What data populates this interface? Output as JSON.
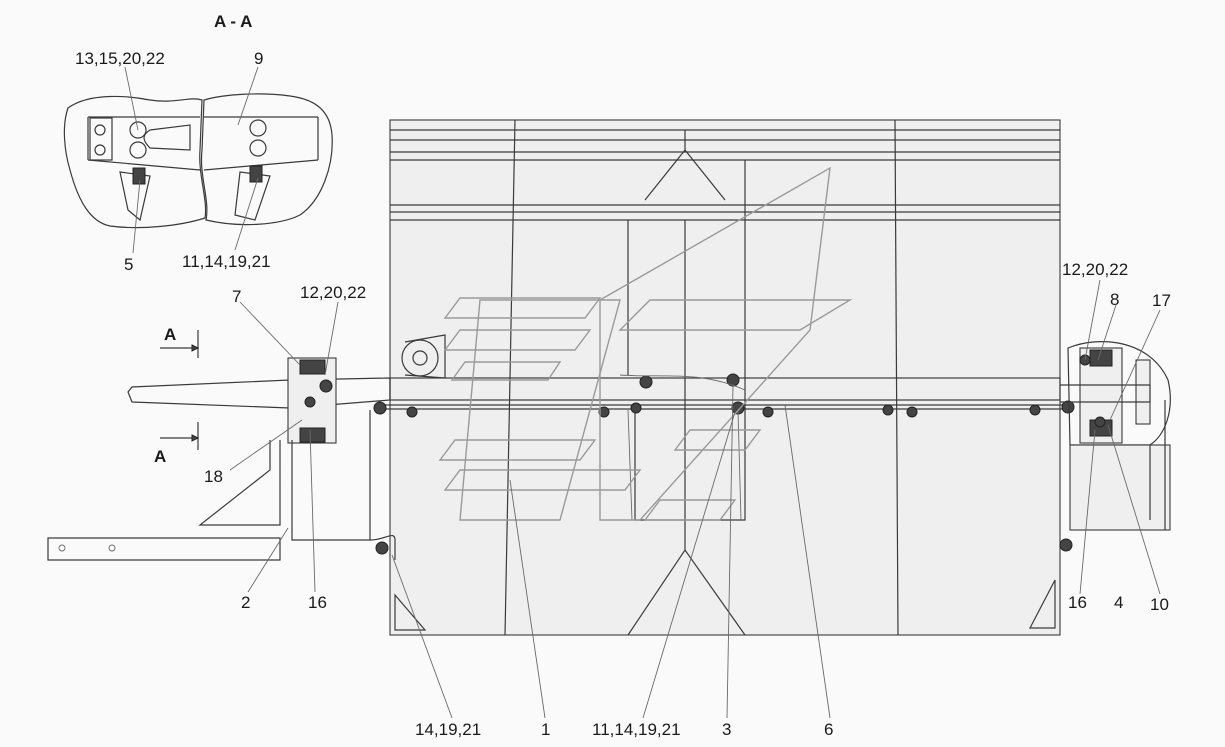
{
  "section_label": "A - A",
  "section_markers": {
    "top": "A",
    "bottom": "A"
  },
  "callouts": [
    {
      "id": "c-13-15-20-22",
      "text": "13,15,20,22"
    },
    {
      "id": "c-9",
      "text": "9"
    },
    {
      "id": "c-5",
      "text": "5"
    },
    {
      "id": "c-11-14-19-21-top",
      "text": "11,14,19,21"
    },
    {
      "id": "c-7",
      "text": "7"
    },
    {
      "id": "c-12-20-22-left",
      "text": "12,20,22"
    },
    {
      "id": "c-18",
      "text": "18"
    },
    {
      "id": "c-2",
      "text": "2"
    },
    {
      "id": "c-16-left",
      "text": "16"
    },
    {
      "id": "c-14-19-21",
      "text": "14,19,21"
    },
    {
      "id": "c-1",
      "text": "1"
    },
    {
      "id": "c-11-14-19-21-bottom",
      "text": "11,14,19,21"
    },
    {
      "id": "c-3",
      "text": "3"
    },
    {
      "id": "c-6",
      "text": "6"
    },
    {
      "id": "c-12-20-22-right",
      "text": "12,20,22"
    },
    {
      "id": "c-8",
      "text": "8"
    },
    {
      "id": "c-17",
      "text": "17"
    },
    {
      "id": "c-16-right",
      "text": "16"
    },
    {
      "id": "c-4",
      "text": "4"
    },
    {
      "id": "c-10",
      "text": "10"
    }
  ]
}
